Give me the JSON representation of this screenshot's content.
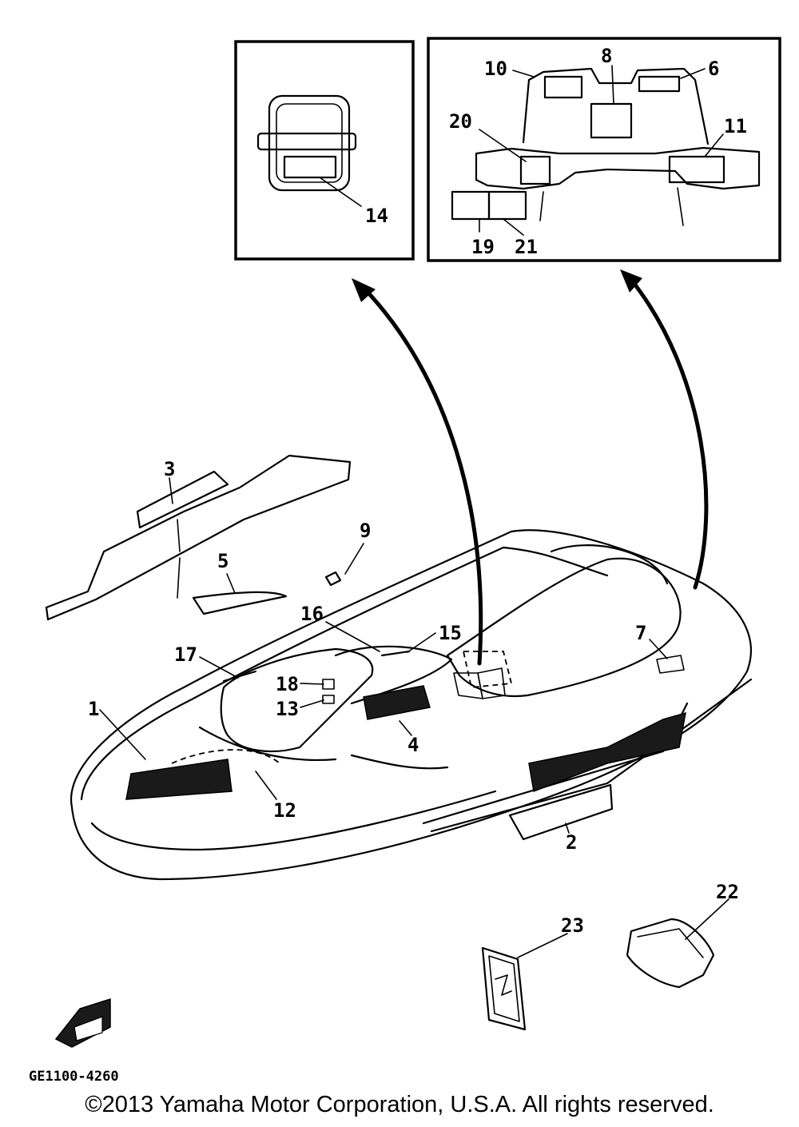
{
  "diagram": {
    "part_code": "GE1100-4260",
    "callouts": {
      "c1": "1",
      "c2": "2",
      "c3": "3",
      "c4": "4",
      "c5": "5",
      "c6": "6",
      "c7": "7",
      "c8": "8",
      "c9": "9",
      "c10": "10",
      "c11": "11",
      "c12": "12",
      "c13": "13",
      "c14": "14",
      "c15": "15",
      "c16": "16",
      "c17": "17",
      "c18": "18",
      "c19": "19",
      "c20": "20",
      "c21": "21",
      "c22": "22",
      "c23": "23"
    }
  },
  "footer": {
    "copyright": "©2013 Yamaha Motor Corporation, U.S.A. All rights reserved."
  }
}
